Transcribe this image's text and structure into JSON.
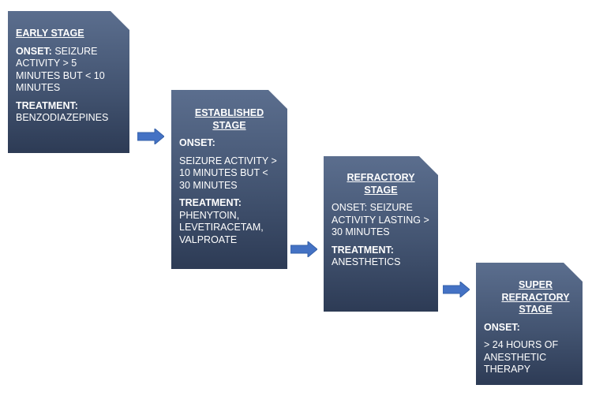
{
  "stages": [
    {
      "title": "EARLY STAGE",
      "onset_label": "ONSET:",
      "onset_text": "SEIZURE ACTIVITY > 5 MINUTES BUT < 10 MINUTES",
      "treatment_label": "TREATMENT:",
      "treatment_text": "BENZODIAZEPINES"
    },
    {
      "title": "ESTABLISHED STAGE",
      "onset_label": "ONSET:",
      "onset_text": "SEIZURE ACTIVITY > 10 MINUTES BUT < 30 MINUTES",
      "treatment_label": "TREATMENT:",
      "treatment_text": "PHENYTOIN, LEVETIRACETAM, VALPROATE"
    },
    {
      "title": "REFRACTORY STAGE",
      "onset_text": "ONSET: SEIZURE ACTIVITY LASTING > 30 MINUTES",
      "treatment_label": "TREATMENT:",
      "treatment_text": "ANESTHETICS"
    },
    {
      "title": "SUPER REFRACTORY STAGE",
      "onset_label": "ONSET:",
      "onset_text": "> 24 HOURS OF ANESTHETIC THERAPY"
    }
  ],
  "colors": {
    "card_top": "#5b6e8e",
    "card_bottom": "#2d3b55",
    "arrow": "#4472c4",
    "text": "#ffffff"
  },
  "icons": {
    "arrow": "right-arrow-icon"
  }
}
